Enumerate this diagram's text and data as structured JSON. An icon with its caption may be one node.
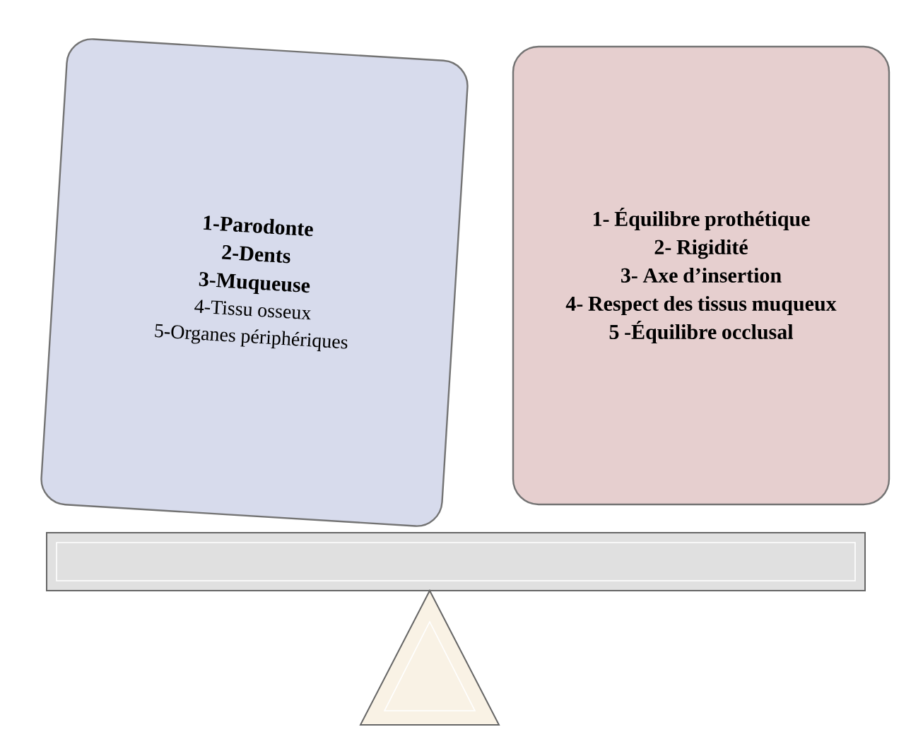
{
  "diagram": {
    "nodes": [
      {
        "text": [
          "1-Parodonte",
          "2-Dents",
          "3-Muqueuse",
          "4-Tissu osseux",
          "5-Organes périphériques"
        ]
      },
      {
        "text": [
          "1- Équilibre prothétique",
          "2- Rigidité",
          "3- Axe d’insertion",
          "4-  Respect des tissus muqueux",
          "5 -Équilibre occlusal"
        ]
      }
    ]
  }
}
